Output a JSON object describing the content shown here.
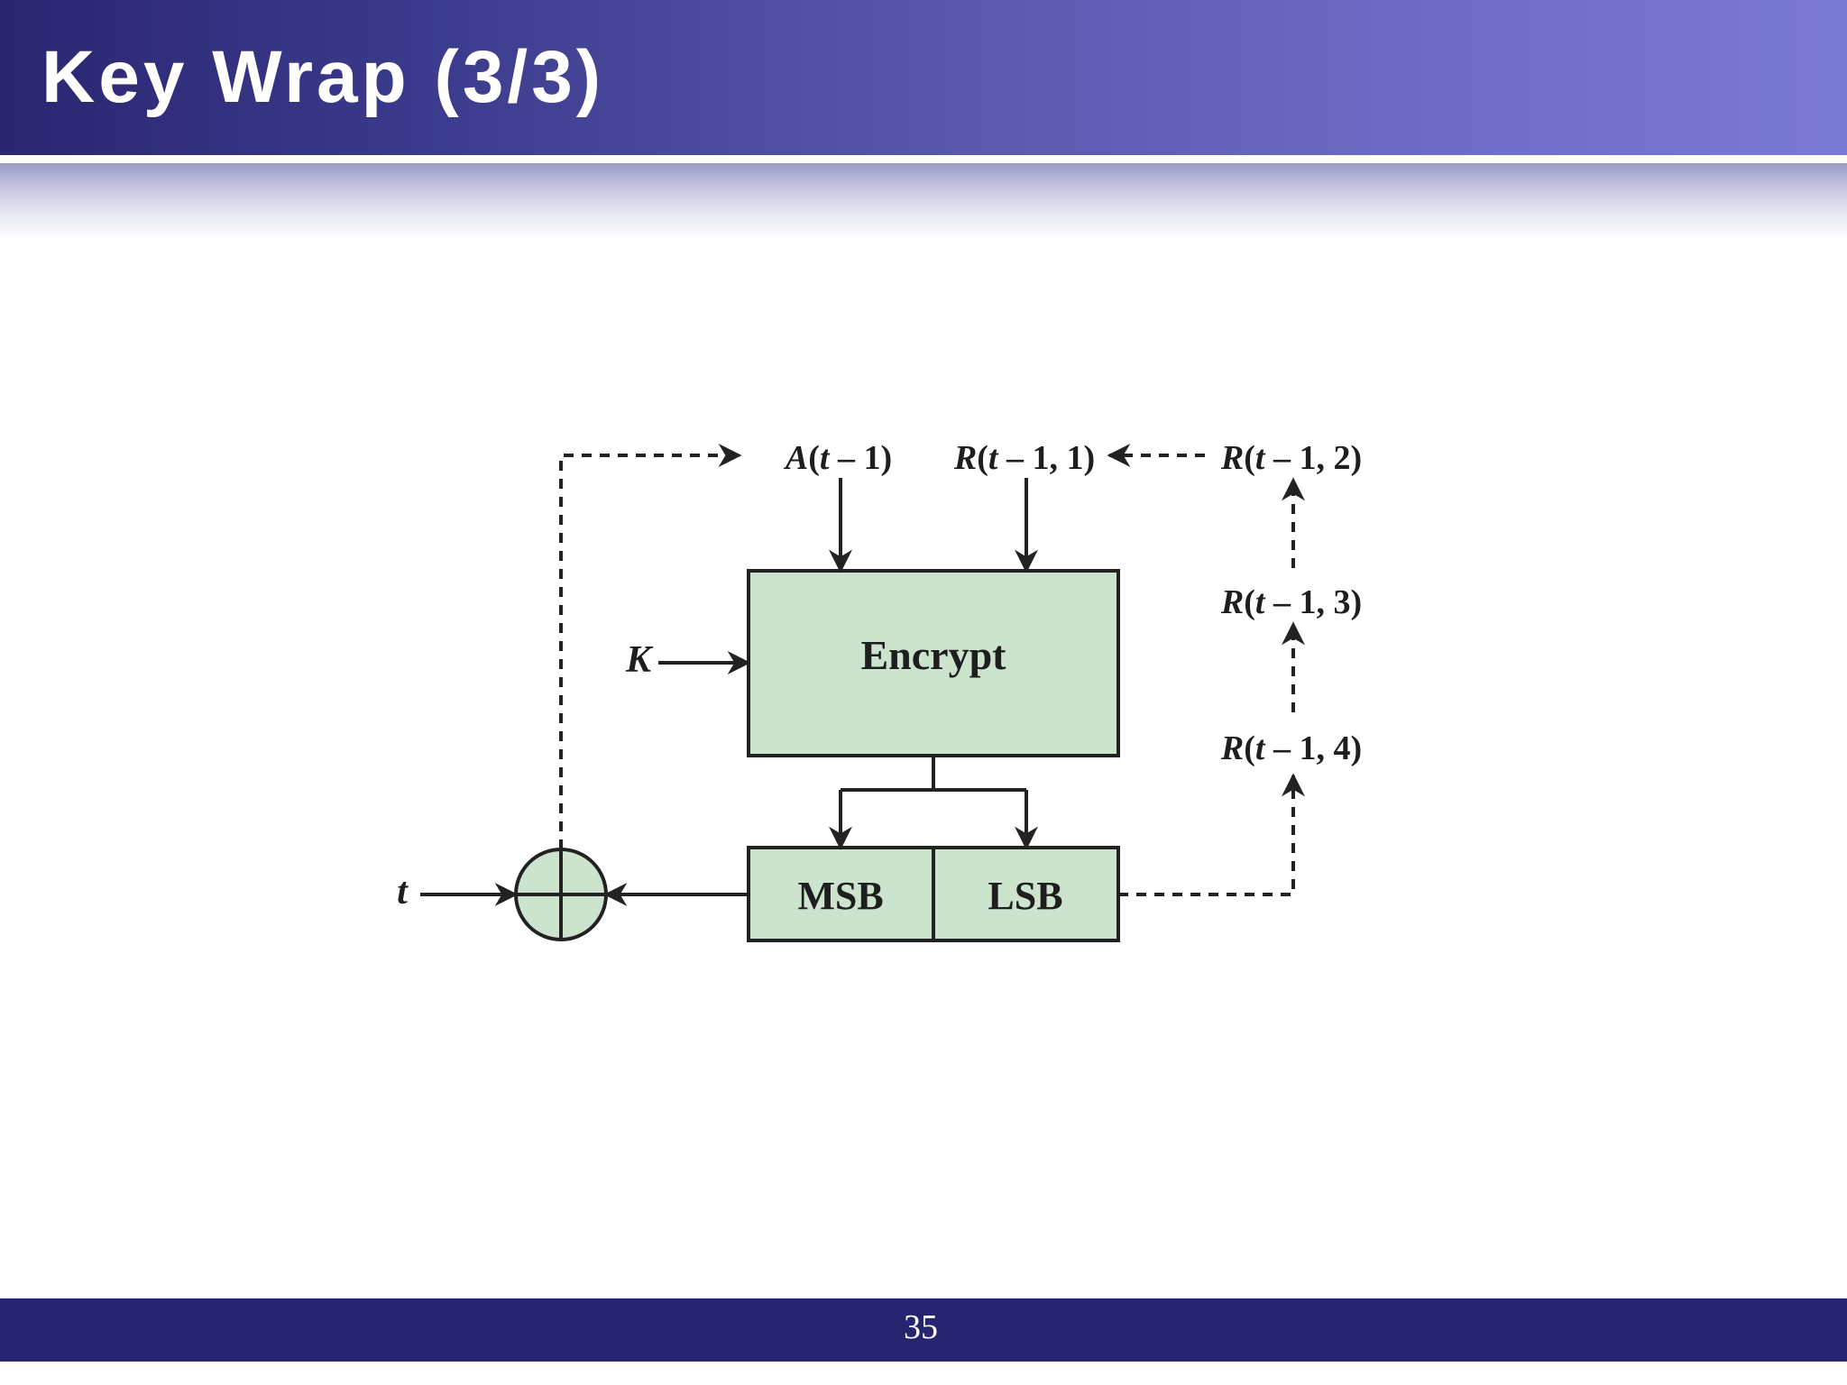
{
  "slide": {
    "title": "Key Wrap (3/3)",
    "page_number": "35"
  },
  "diagram": {
    "nodes": {
      "encrypt": "Encrypt",
      "msb": "MSB",
      "lsb": "LSB",
      "xor_symbol": "⊕"
    },
    "inputs": {
      "key": "K",
      "t": "t",
      "a_prev": {
        "name": "A",
        "arg": "t",
        "rest": " – 1)"
      },
      "r_prev_1": {
        "name": "R",
        "arg": "t",
        "rest": " – 1, 1)"
      },
      "r_prev_2": {
        "name": "R",
        "arg": "t",
        "rest": " – 1, 2)"
      },
      "r_prev_3": {
        "name": "R",
        "arg": "t",
        "rest": " – 1, 3)"
      },
      "r_prev_4": {
        "name": "R",
        "arg": "t",
        "rest": " – 1, 4)"
      }
    },
    "colors": {
      "box_fill": "#cce3cd",
      "stroke": "#222222"
    }
  }
}
